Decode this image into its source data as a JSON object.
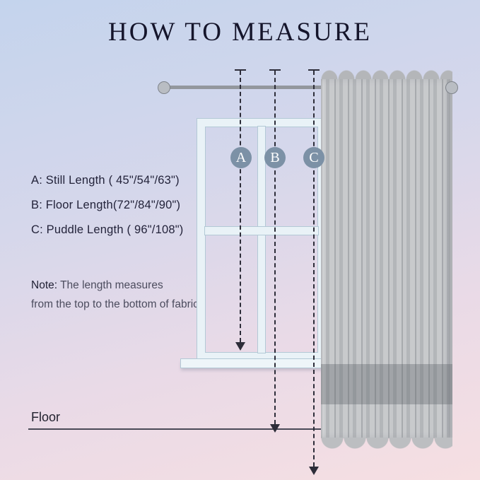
{
  "title": "HOW TO MEASURE",
  "legend": {
    "items": [
      {
        "text": "A:  Still Length ( 45\"/54\"/63\")"
      },
      {
        "text": "B:  Floor Length(72\"/84\"/90\")"
      },
      {
        "text": "C:  Puddle Length ( 96\"/108\")"
      }
    ]
  },
  "note": {
    "label": "Note:",
    "line1": " The length measures",
    "line2": "from the top to the bottom of fabric."
  },
  "floor_label": "Floor",
  "badges": [
    {
      "letter": "A"
    },
    {
      "letter": "B"
    },
    {
      "letter": "C"
    }
  ],
  "colors": {
    "badge": "#7c91a6",
    "curtain": "#bdbfc2",
    "curtain_band": "#9fa3a8",
    "title_text": "#15152b"
  }
}
